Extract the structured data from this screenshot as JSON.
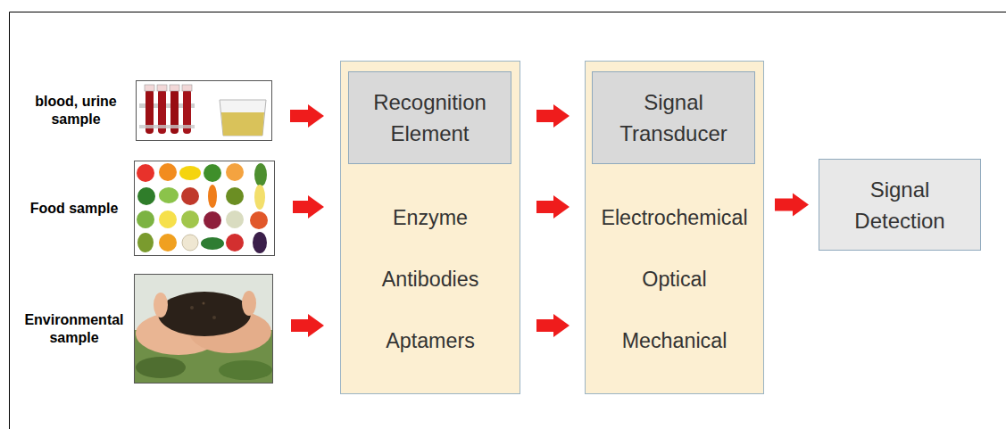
{
  "diagram": {
    "nodes": [
      {
        "text": [
          "blood, urine sample"
        ]
      },
      {
        "text": [
          "Food sample"
        ]
      },
      {
        "text": [
          "Environmental sample"
        ]
      },
      {
        "text": [
          "Enzyme",
          "Antibodies",
          "Aptamers"
        ]
      },
      {
        "text": [
          "Recognition Element"
        ],
        "in": 3
      },
      {
        "text": [
          "Electrochemical",
          "Optical",
          "Mechanical"
        ]
      },
      {
        "text": [
          "Signal Transducer"
        ],
        "in": 5
      },
      {
        "text": [
          "Signal Detection"
        ]
      }
    ],
    "edges": [
      {
        "from": 0,
        "to": 3,
        "arrow": "to"
      },
      {
        "from": 1,
        "to": 3,
        "arrow": "to"
      },
      {
        "from": 2,
        "to": 3,
        "arrow": "to"
      },
      {
        "from": 3,
        "to": 5,
        "arrow": "to"
      },
      {
        "from": 3,
        "to": 5,
        "arrow": "to"
      },
      {
        "from": 3,
        "to": 5,
        "arrow": "to"
      },
      {
        "from": 5,
        "to": 7,
        "arrow": "to"
      }
    ]
  }
}
